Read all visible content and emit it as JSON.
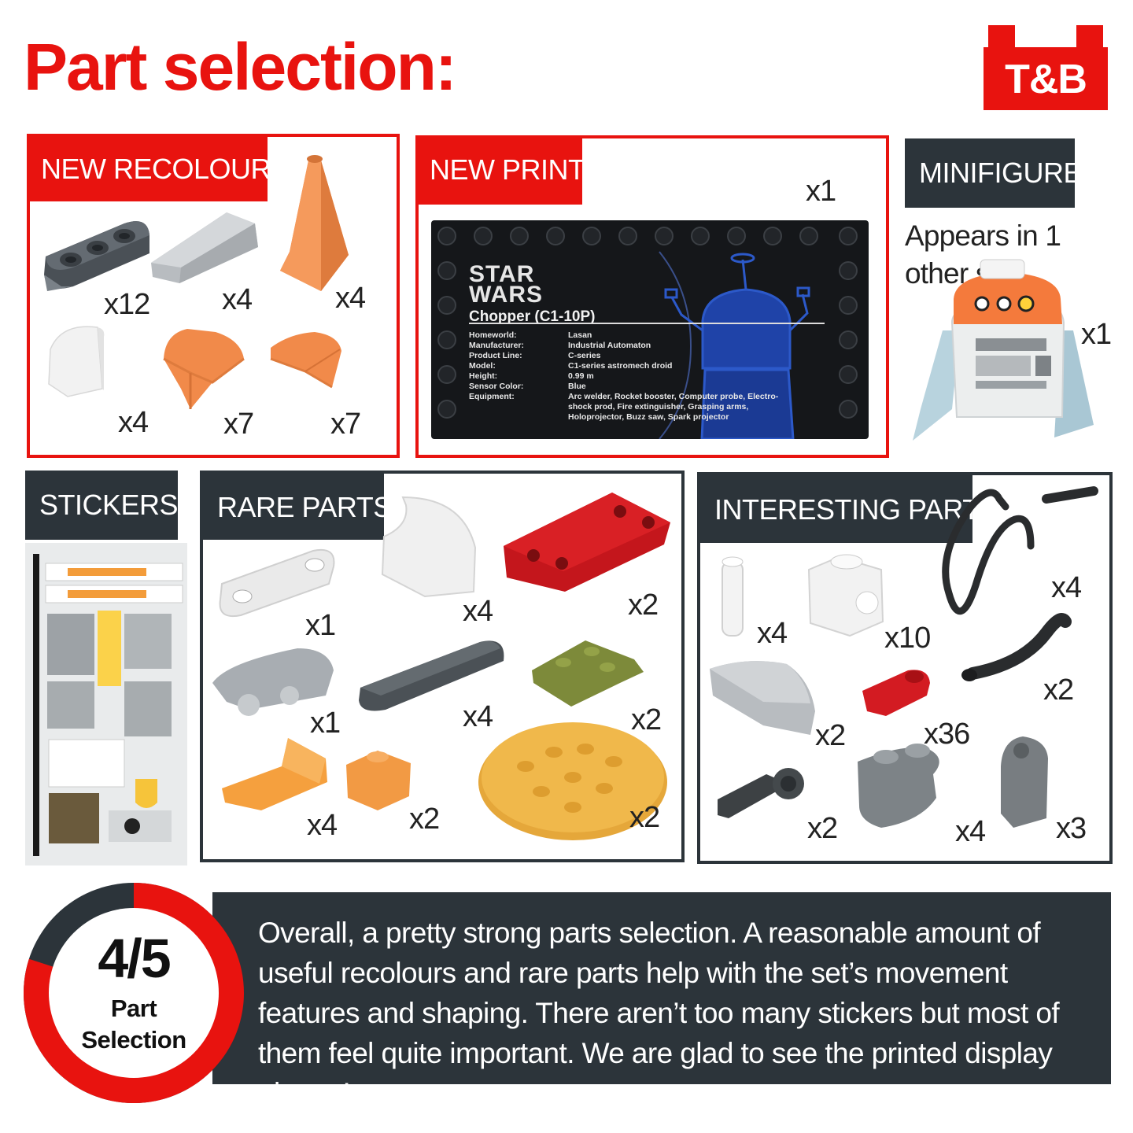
{
  "header": {
    "title": "Part selection:",
    "logo": "T&B"
  },
  "new_recolours": {
    "title": "NEW RECOLOURS:",
    "quantities": [
      "x12",
      "x4",
      "x4",
      "x4",
      "x7",
      "x7"
    ]
  },
  "new_print": {
    "title": "NEW PRINT:",
    "quantity": "x1",
    "plaque": {
      "brand": [
        "STAR",
        "WARS"
      ],
      "name": "Chopper (C1-10P)",
      "rows": [
        {
          "key": "Homeworld:",
          "value": "Lasan"
        },
        {
          "key": "Manufacturer:",
          "value": "Industrial Automaton"
        },
        {
          "key": "Product Line:",
          "value": "C-series"
        },
        {
          "key": "Model:",
          "value": "C1-series astromech droid"
        },
        {
          "key": "Height:",
          "value": "0.99 m"
        },
        {
          "key": "Sensor Color:",
          "value": "Blue"
        },
        {
          "key": "Equipment:",
          "value": "Arc welder, Rocket booster, Computer probe, Electro-shock prod, Fire extinguisher, Grasping arms, Holoprojector, Buzz saw, Spark projector"
        }
      ]
    }
  },
  "minifigure": {
    "title": "MINIFIGURE:",
    "note": "Appears in 1 other set",
    "quantity": "x1"
  },
  "stickers": {
    "title": "STICKERS:"
  },
  "rare_parts": {
    "title": "RARE PARTS:",
    "quantities": [
      "x1",
      "x4",
      "x2",
      "x1",
      "x4",
      "x2",
      "x4",
      "x2",
      "x2"
    ]
  },
  "interesting_parts": {
    "title": "INTERESTING PARTS:",
    "quantities": [
      "x4",
      "x10",
      "x4",
      "x2",
      "x2",
      "x36",
      "x2",
      "x2",
      "x4",
      "x3"
    ]
  },
  "score": {
    "value": "4/5",
    "label_line1": "Part",
    "label_line2": "Selection",
    "fraction": 0.8
  },
  "summary": "Overall, a pretty strong parts selection. A reasonable amount of useful recolours and rare parts help with the set’s movement features and shaping. There aren’t too many stickers but most of them feel quite important. We are glad to see the printed display plaque!",
  "colors": {
    "accent_red": "#e8130f",
    "dark_slate": "#2c343a"
  }
}
